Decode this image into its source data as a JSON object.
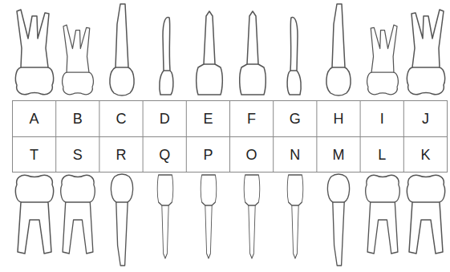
{
  "diagram": {
    "labels": [
      "A",
      "B",
      "C",
      "D",
      "E",
      "F",
      "G",
      "H",
      "I",
      "J",
      "T",
      "S",
      "R",
      "Q",
      "P",
      "O",
      "N",
      "M",
      "L",
      "K"
    ]
  }
}
